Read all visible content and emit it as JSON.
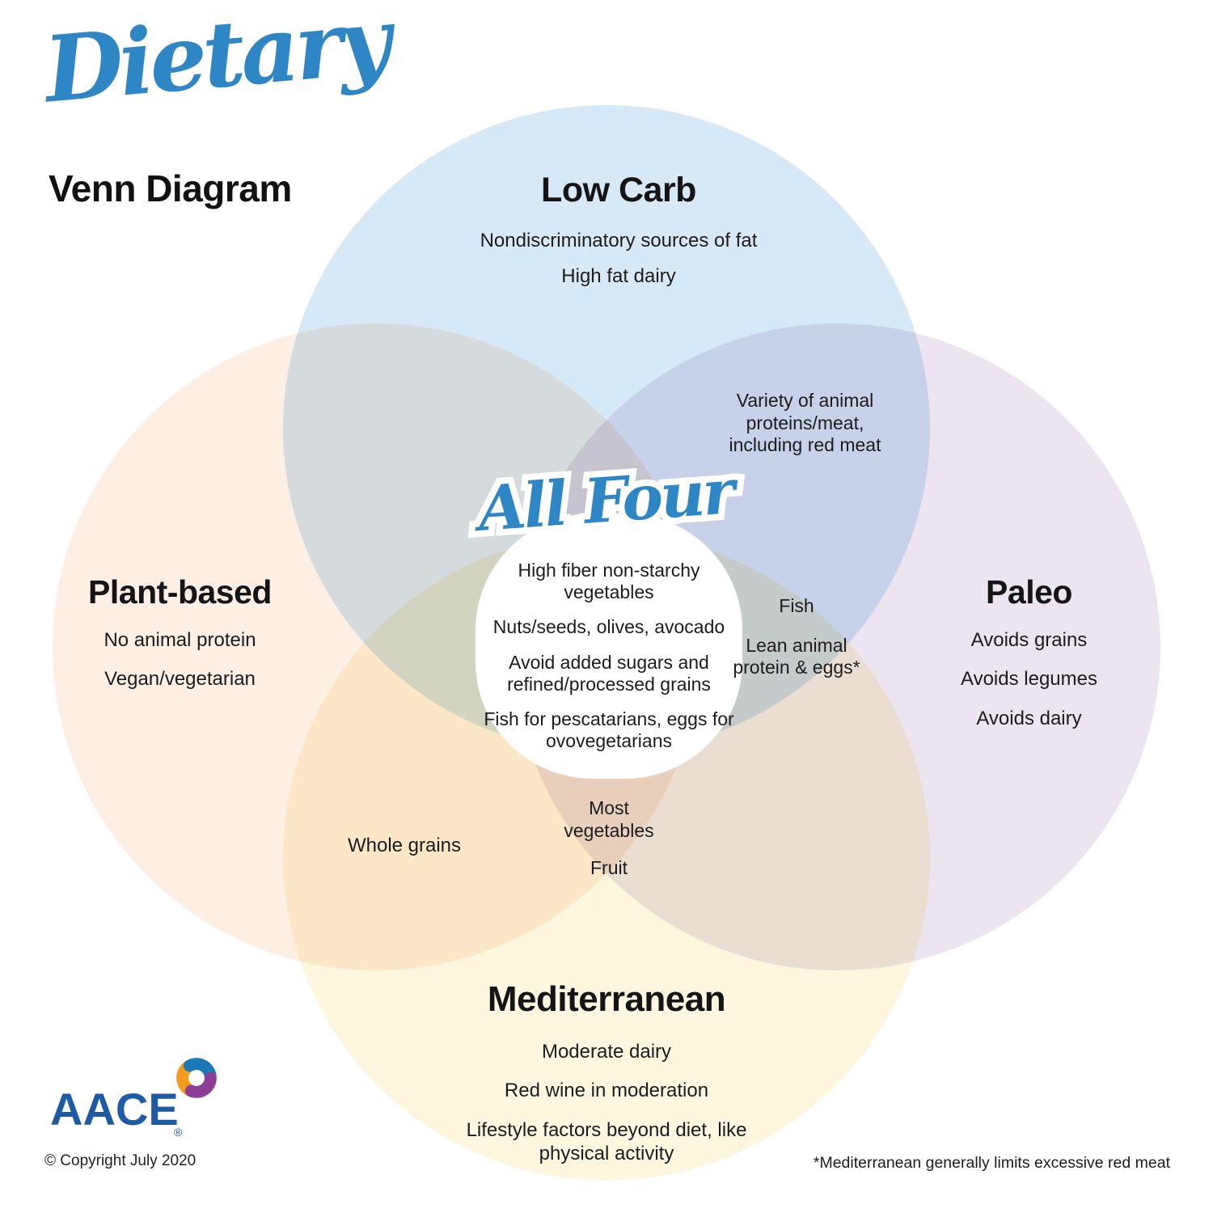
{
  "title": {
    "script": "Dietary",
    "subtitle": "Venn Diagram"
  },
  "colors": {
    "script_blue": "#2e86c4",
    "low_carb_circle": "#d7e9f6",
    "plant_circle": "#fdefe4",
    "paleo_circle": "#ece5f0",
    "med_circle": "#fdf7e0",
    "aace_blue": "#1d5ba4",
    "swirl_orange": "#f49b20",
    "swirl_blue": "#1b79b8",
    "swirl_purple": "#8d3f98"
  },
  "sets": {
    "low_carb": {
      "label": "Low Carb",
      "items": [
        "Nondiscriminatory sources of fat",
        "High fat dairy"
      ]
    },
    "plant": {
      "label": "Plant-based",
      "items": [
        "No animal protein",
        "Vegan/vegetarian"
      ]
    },
    "paleo": {
      "label": "Paleo",
      "items": [
        "Avoids grains",
        "Avoids legumes",
        "Avoids dairy"
      ]
    },
    "med": {
      "label": "Mediterranean",
      "items": [
        "Moderate dairy",
        "Red wine in moderation",
        "Lifestyle factors beyond diet, like physical activity"
      ]
    }
  },
  "intersections": {
    "lowcarb_paleo": "Variety of animal proteins/meat, including red meat",
    "fish": "Fish",
    "lean": "Lean animal protein & eggs*",
    "whole_grains": "Whole grains",
    "most_veg": "Most vegetables",
    "fruit": "Fruit"
  },
  "center": {
    "label": "All Four",
    "items": [
      "High fiber non-starchy vegetables",
      "Nuts/seeds, olives, avocado",
      "Avoid added sugars and refined/processed grains",
      "Fish for pescatarians, eggs for ovovegetarians"
    ]
  },
  "footer": {
    "logo_text": "AACE",
    "registered": "®",
    "copyright": "© Copyright July 2020",
    "footnote": "*Mediterranean generally limits excessive red meat"
  }
}
